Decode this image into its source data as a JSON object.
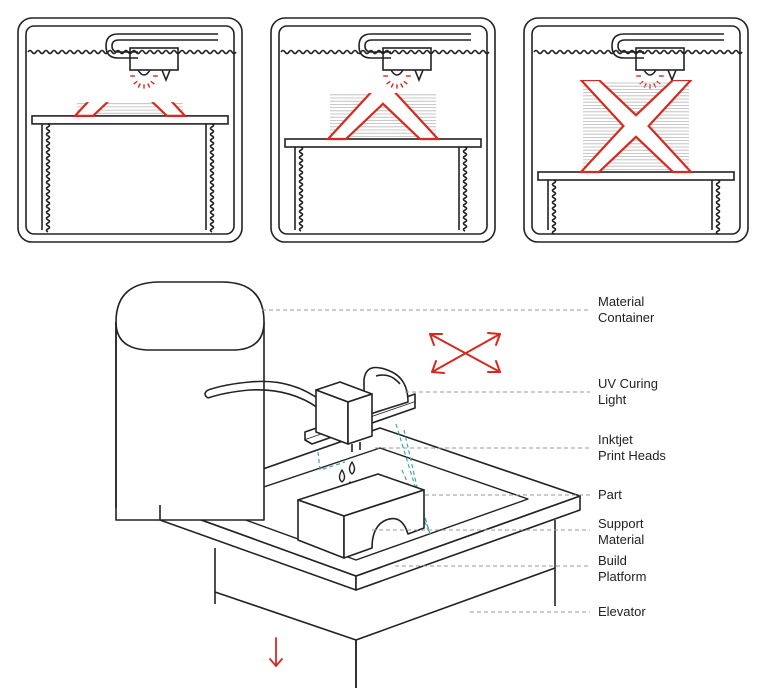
{
  "colors": {
    "line": "#222222",
    "accent": "#d42a20",
    "support": "#3fa7a7",
    "leader": "#9a9a9a",
    "background": "#ffffff"
  },
  "panels": [
    {
      "name": "stage-1-first-layers",
      "progress": 0.15
    },
    {
      "name": "stage-2-half-built",
      "progress": 0.5
    },
    {
      "name": "stage-3-complete",
      "progress": 1.0
    }
  ],
  "labels": [
    {
      "id": "material-container",
      "lines": [
        "Material",
        "Container"
      ]
    },
    {
      "id": "uv-curing-light",
      "lines": [
        "UV Curing",
        "Light"
      ]
    },
    {
      "id": "inkjet-print-heads",
      "lines": [
        "Inktjet",
        "Print Heads"
      ]
    },
    {
      "id": "part",
      "lines": [
        "Part"
      ]
    },
    {
      "id": "support-material",
      "lines": [
        "Support",
        "Material"
      ]
    },
    {
      "id": "build-platform",
      "lines": [
        "Build",
        "Platform"
      ]
    },
    {
      "id": "elevator",
      "lines": [
        "Elevator"
      ]
    }
  ],
  "icons": {
    "motion": "xy-motion-arrows-icon",
    "down": "elevator-down-arrow-icon",
    "heat": "uv-rays-icon"
  }
}
